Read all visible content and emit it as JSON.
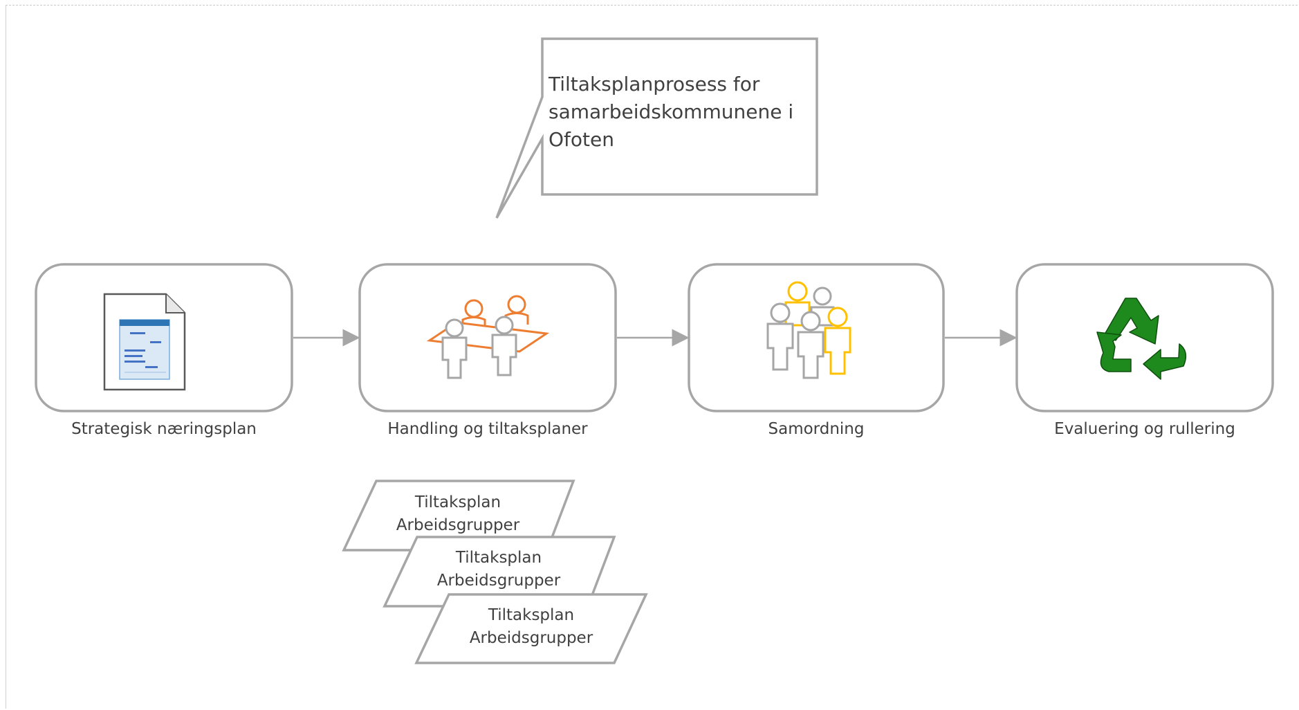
{
  "callout": {
    "text": "Tiltaksplanprosess for samarbeidskommunene i Ofoten"
  },
  "steps": [
    {
      "label": "Strategisk næringsplan",
      "icon": "document-plan-icon"
    },
    {
      "label": "Handling og tiltaksplaner",
      "icon": "meeting-table-people-icon"
    },
    {
      "label": "Samordning",
      "icon": "group-people-icon"
    },
    {
      "label": "Evaluering og rullering",
      "icon": "recycle-icon"
    }
  ],
  "workgroups": [
    {
      "title": "Tiltaksplan",
      "subtitle": "Arbeidsgrupper"
    },
    {
      "title": "Tiltaksplan",
      "subtitle": "Arbeidsgrupper"
    },
    {
      "title": "Tiltaksplan",
      "subtitle": "Arbeidsgrupper"
    }
  ],
  "colors": {
    "outline": "#a6a6a6",
    "text": "#404040",
    "orange": "#ed7d31",
    "yellow": "#ffc000",
    "green": "#1e8a1e",
    "doc_blue": "#4472c4"
  }
}
